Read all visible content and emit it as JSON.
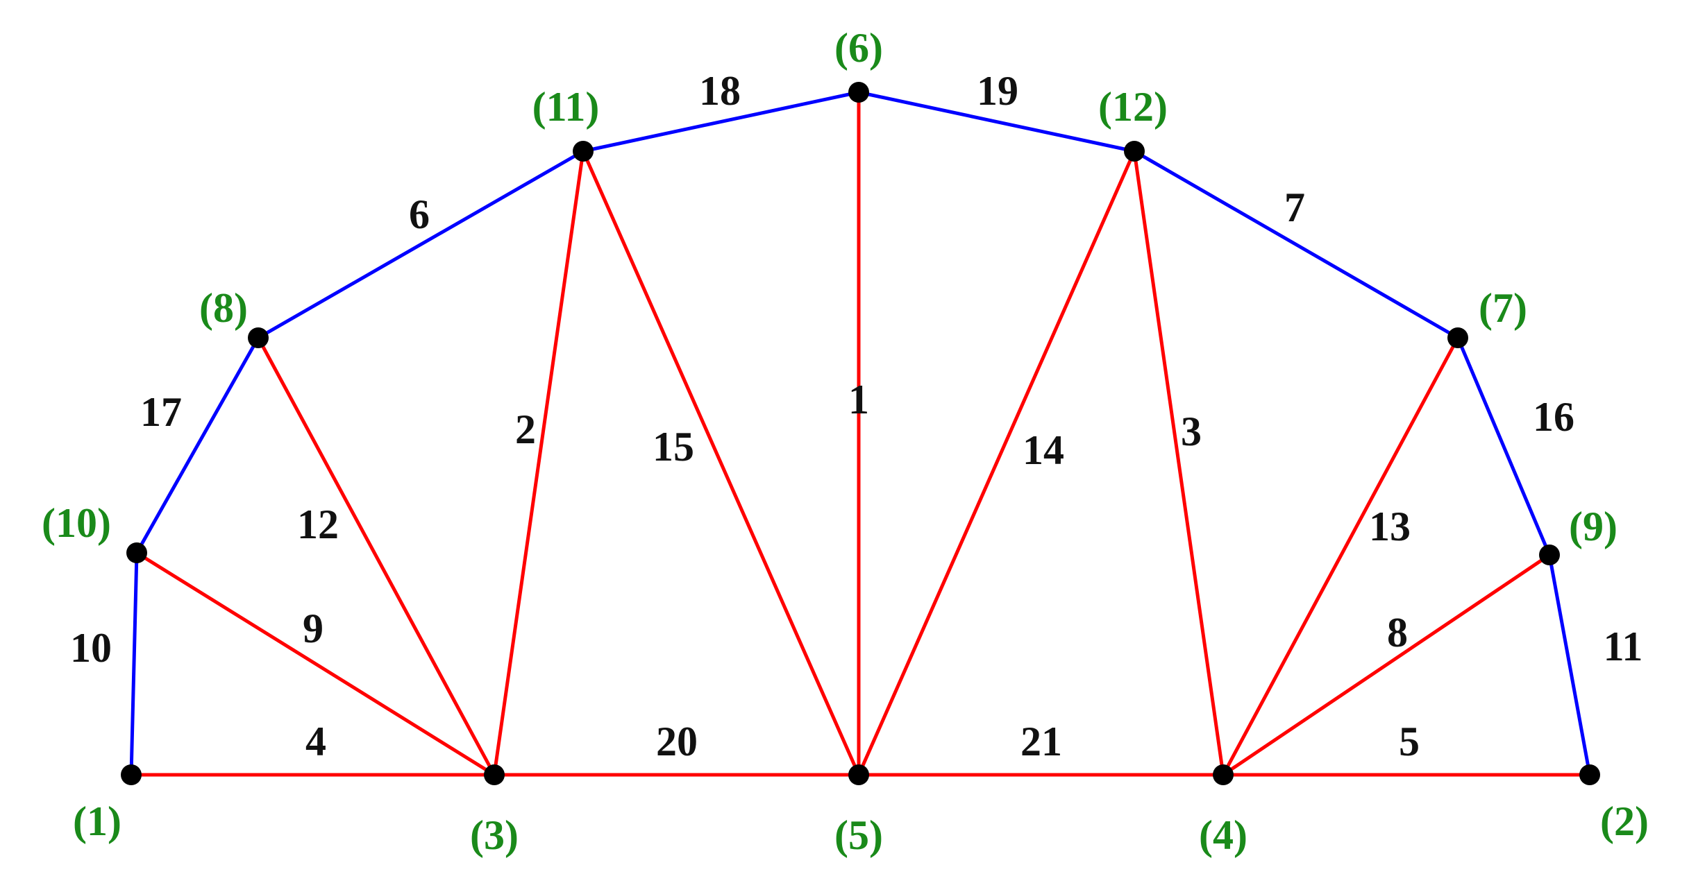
{
  "colors": {
    "chord_member": "#0000ff",
    "web_member": "#ff0000",
    "node": "#000000",
    "node_label": "#1a8a1a",
    "member_label": "#111111",
    "background": "#ffffff"
  },
  "nodes": [
    {
      "id": "1",
      "label": "(1)"
    },
    {
      "id": "2",
      "label": "(2)"
    },
    {
      "id": "3",
      "label": "(3)"
    },
    {
      "id": "4",
      "label": "(4)"
    },
    {
      "id": "5",
      "label": "(5)"
    },
    {
      "id": "6",
      "label": "(6)"
    },
    {
      "id": "7",
      "label": "(7)"
    },
    {
      "id": "8",
      "label": "(8)"
    },
    {
      "id": "9",
      "label": "(9)"
    },
    {
      "id": "10",
      "label": "(10)"
    },
    {
      "id": "11",
      "label": "(11)"
    },
    {
      "id": "12",
      "label": "(12)"
    }
  ],
  "members": [
    {
      "label": "1",
      "from": "5",
      "to": "6",
      "type": "web"
    },
    {
      "label": "2",
      "from": "3",
      "to": "11",
      "type": "web"
    },
    {
      "label": "3",
      "from": "4",
      "to": "12",
      "type": "web"
    },
    {
      "label": "4",
      "from": "1",
      "to": "3",
      "type": "web"
    },
    {
      "label": "5",
      "from": "4",
      "to": "2",
      "type": "web"
    },
    {
      "label": "6",
      "from": "8",
      "to": "11",
      "type": "chord"
    },
    {
      "label": "7",
      "from": "12",
      "to": "7",
      "type": "chord"
    },
    {
      "label": "8",
      "from": "4",
      "to": "9",
      "type": "web"
    },
    {
      "label": "9",
      "from": "3",
      "to": "10",
      "type": "web"
    },
    {
      "label": "10",
      "from": "1",
      "to": "10",
      "type": "chord"
    },
    {
      "label": "11",
      "from": "2",
      "to": "9",
      "type": "chord"
    },
    {
      "label": "12",
      "from": "3",
      "to": "8",
      "type": "web"
    },
    {
      "label": "13",
      "from": "4",
      "to": "7",
      "type": "web"
    },
    {
      "label": "14",
      "from": "5",
      "to": "12",
      "type": "web"
    },
    {
      "label": "15",
      "from": "5",
      "to": "11",
      "type": "web"
    },
    {
      "label": "16",
      "from": "7",
      "to": "9",
      "type": "chord"
    },
    {
      "label": "17",
      "from": "10",
      "to": "8",
      "type": "chord"
    },
    {
      "label": "18",
      "from": "11",
      "to": "6",
      "type": "chord"
    },
    {
      "label": "19",
      "from": "6",
      "to": "12",
      "type": "chord"
    },
    {
      "label": "20",
      "from": "3",
      "to": "5",
      "type": "web"
    },
    {
      "label": "21",
      "from": "5",
      "to": "4",
      "type": "web"
    }
  ]
}
